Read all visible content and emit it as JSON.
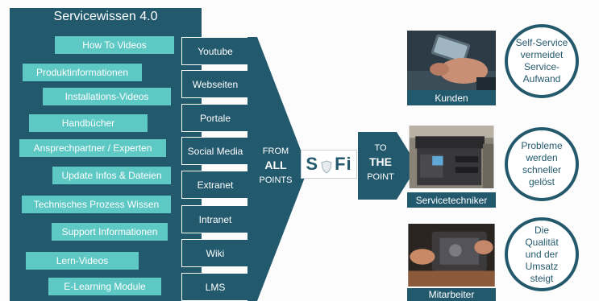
{
  "header": {
    "title": "Servicewissen 4.0"
  },
  "knowledge_items": [
    "How To Videos",
    "Produktinformationen",
    "Installations-Videos",
    "Handbücher",
    "Ansprechpartner / Experten",
    "Update Infos & Dateien",
    "Technisches Prozess Wissen",
    "Support Informationen",
    "Lern-Videos",
    "E-Learning Module"
  ],
  "channels": [
    "Youtube",
    "Webseiten",
    "Portale",
    "Social Media",
    "Extranet",
    "Intranet",
    "Wiki",
    "LMS"
  ],
  "from_label": {
    "line1": "FROM",
    "line2": "ALL",
    "line3": "POINTS"
  },
  "logo": {
    "left": "S",
    "right": "Fi"
  },
  "to_label": {
    "line1": "TO",
    "line2": "THE",
    "line3": "POINT"
  },
  "targets": [
    {
      "caption": "Kunden",
      "benefit": "Self-Service\nvermeidet\nService-\nAufwand",
      "photo_icon": "smartphone-hand-photo"
    },
    {
      "caption": "Servicetechniker",
      "benefit": "Probleme\nwerden\nschneller\ngelöst",
      "photo_icon": "copier-machine-photo"
    },
    {
      "caption": "Mitarbeiter",
      "benefit": "Die\nQualität\nund der\nUmsatz\nsteigt",
      "photo_icon": "hands-electronics-photo"
    }
  ],
  "colors": {
    "dark_teal": "#23596d",
    "light_teal": "#5ec8c4",
    "background": "#fcfcfc"
  }
}
